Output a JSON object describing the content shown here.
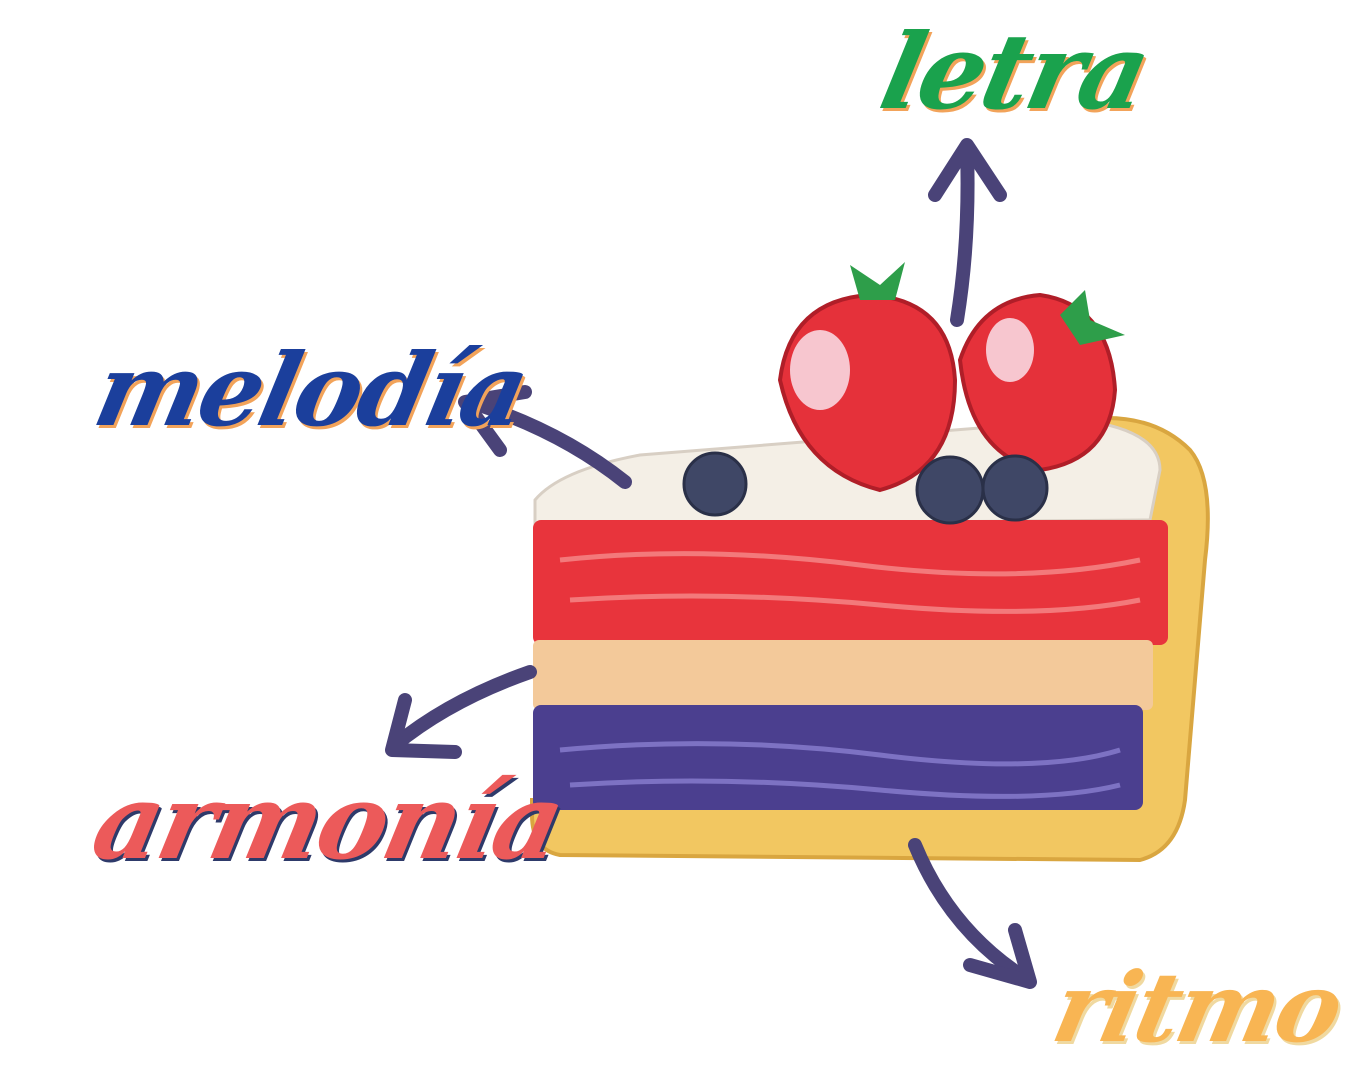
{
  "labels": {
    "letra": {
      "text": "letra",
      "color": "#1aa24d",
      "shadow": "#f2a35a"
    },
    "melodia": {
      "text": "melodía",
      "color": "#1b3f9c",
      "shadow": "#f2a35a"
    },
    "armonia": {
      "text": "armonía",
      "color": "#ec5a5a",
      "shadow": "#2e3a6a"
    },
    "ritmo": {
      "text": "ritmo",
      "color": "#f8b553",
      "shadow": "#f0d9a0"
    }
  },
  "colors": {
    "arrow": "#4a4378",
    "frosting": "#f4efe6",
    "strawberry_layer": "#e8343c",
    "sponge_layer": "#f3c99a",
    "blueberry_layer": "#4b3f8f",
    "crust": "#f2c761",
    "strawberry": "#e5313a",
    "blueberry": "#3f4766",
    "leaf": "#2e9e4a"
  },
  "icons": [
    "cake-slice-icon",
    "strawberry-icon",
    "blueberry-icon",
    "arrow-icon"
  ]
}
